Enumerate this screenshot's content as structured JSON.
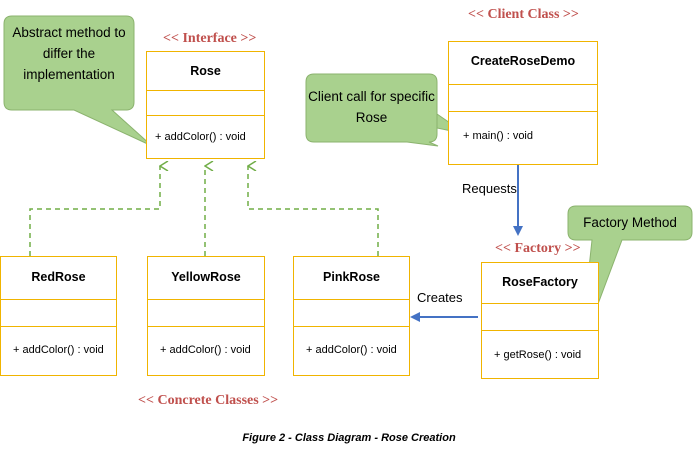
{
  "stereotypes": {
    "interface": "<< Interface >>",
    "client": "<< Client Class >>",
    "factory": "<< Factory >>",
    "concrete": "<< Concrete Classes >>"
  },
  "classes": {
    "rose": {
      "name": "Rose",
      "op": "+ addColor() : void"
    },
    "client_demo": {
      "name": "CreateRoseDemo",
      "op": "+ main() : void"
    },
    "red_rose": {
      "name": "RedRose",
      "op": "+ addColor() : void"
    },
    "yellow_rose": {
      "name": "YellowRose",
      "op": "+ addColor() : void"
    },
    "pink_rose": {
      "name": "PinkRose",
      "op": "+ addColor() : void"
    },
    "rose_factory": {
      "name": "RoseFactory",
      "op": "+ getRose() : void"
    }
  },
  "callouts": {
    "abstract_method": "Abstract method to differ the implementation",
    "client_call": "Client call for specific Rose",
    "factory_method": "Factory Method"
  },
  "relations": {
    "requests": "Requests",
    "creates": "Creates"
  },
  "caption": "Figure 2 - Class Diagram - Rose Creation",
  "colors": {
    "box_border": "#f0b400",
    "stereotype_text": "#c0504d",
    "callout_fill": "#a9d18e",
    "callout_border": "#8bb36e",
    "arrow_blue": "#4472c4",
    "dashed_green": "#70ad47"
  }
}
